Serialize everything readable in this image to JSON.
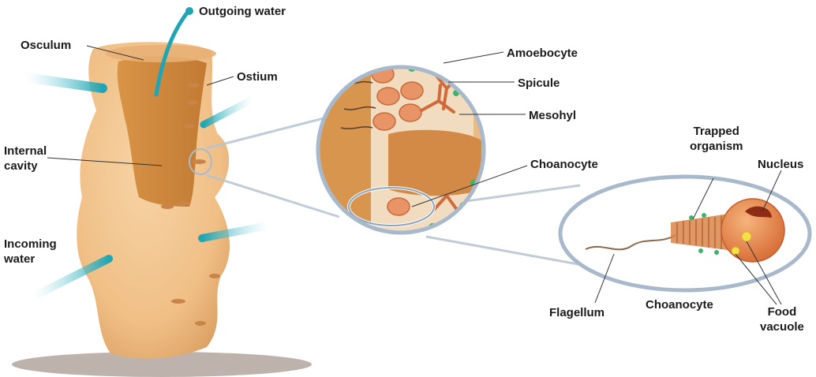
{
  "labels": {
    "outgoing_water": "Outgoing water",
    "osculum": "Osculum",
    "ostium": "Ostium",
    "internal_cavity": "Internal\ncavity",
    "incoming_water": "Incoming\nwater",
    "amoebocyte": "Amoebocyte",
    "spicule": "Spicule",
    "mesohyl": "Mesohyl",
    "choanocyte_inset": "Choanocyte",
    "trapped_organism": "Trapped\norganism",
    "nucleus": "Nucleus",
    "flagellum": "Flagellum",
    "choanocyte_title": "Choanocyte",
    "food_vacuole": "Food\nvacuole"
  },
  "colors": {
    "sponge_body": "#f2c48f",
    "sponge_shadow": "#d99f5f",
    "cavity": "#c9873e",
    "water_arrow": "#1fa5b3",
    "lens_outline": "#a9b9cc",
    "choanocyte_red": "#d9783f",
    "amoebocyte_green": "#3db36b",
    "ground": "#9c8f86"
  }
}
